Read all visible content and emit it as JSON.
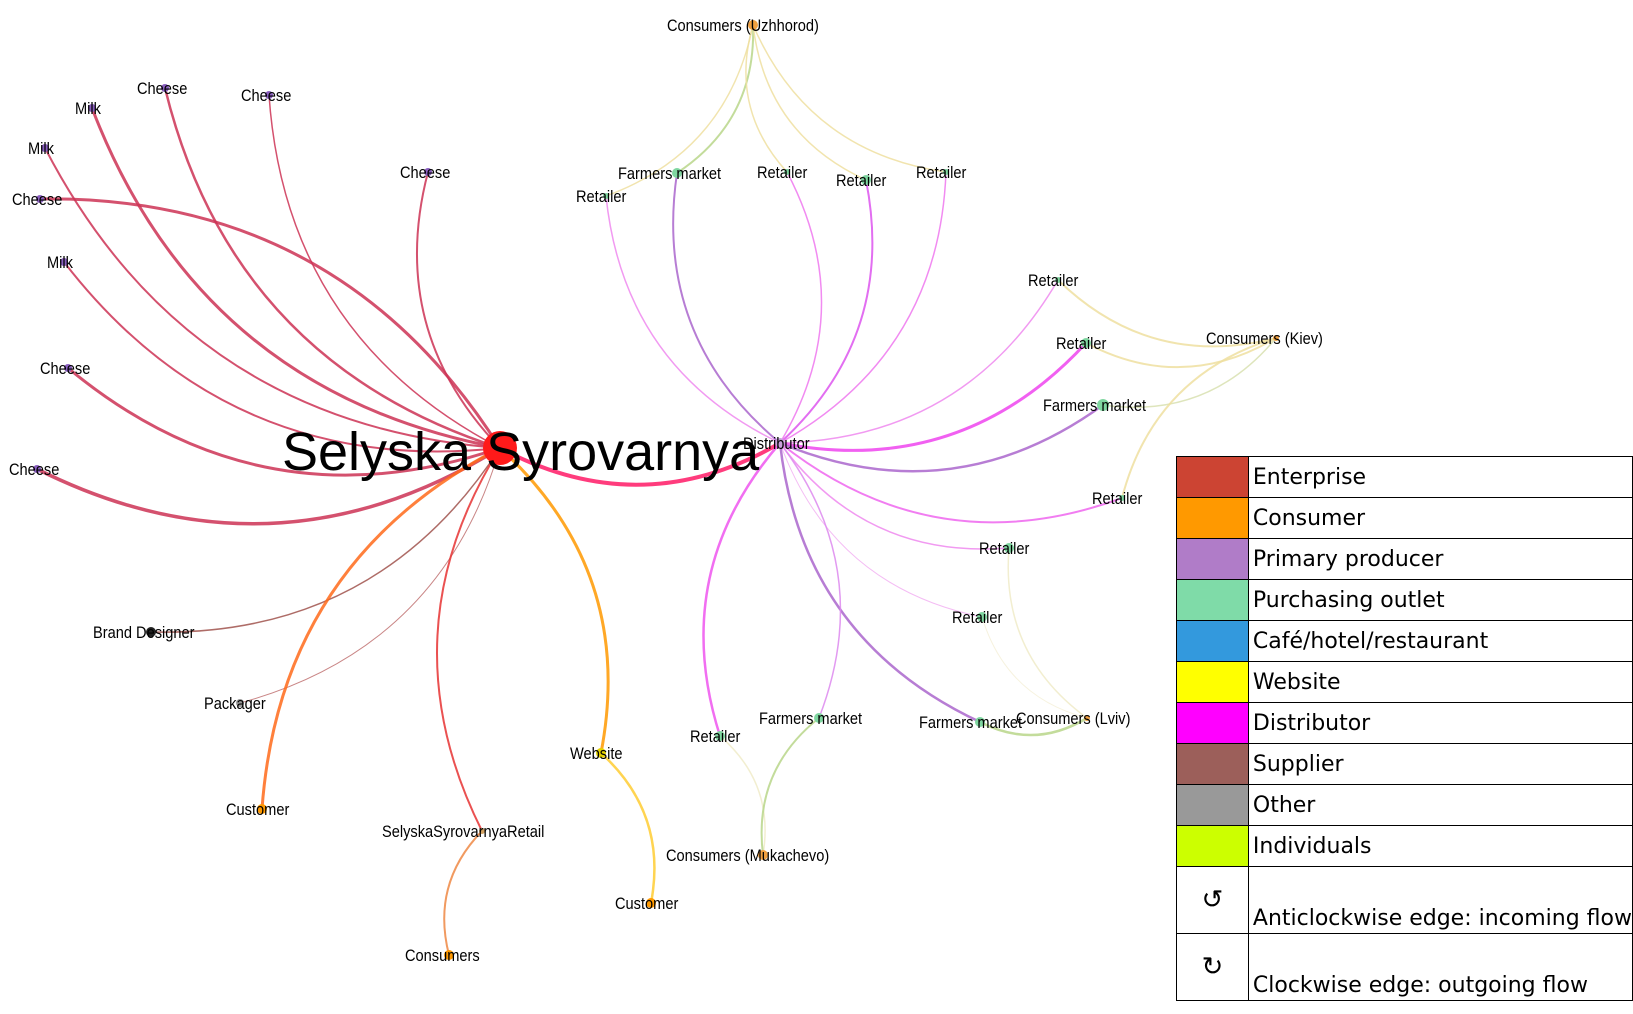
{
  "nodes": [
    {
      "id": "main",
      "label": "Selyska Syrovarnya",
      "type": "Enterprise",
      "color": "#ff1a1a"
    },
    {
      "id": "distributor",
      "label": "Distributor",
      "type": "Distributor",
      "color": "#c9a0dc"
    },
    {
      "id": "milk1",
      "label": "Milk",
      "type": "Primary producer",
      "color": "#8a5fbf"
    },
    {
      "id": "cheese1",
      "label": "Cheese",
      "type": "Primary producer",
      "color": "#8a5fbf"
    },
    {
      "id": "cheese2",
      "label": "Cheese",
      "type": "Primary producer",
      "color": "#8a5fbf"
    },
    {
      "id": "milk2",
      "label": "Milk",
      "type": "Primary producer",
      "color": "#8a5fbf"
    },
    {
      "id": "cheese3",
      "label": "Cheese",
      "type": "Primary producer",
      "color": "#8a5fbf"
    },
    {
      "id": "cheese4",
      "label": "Cheese",
      "type": "Primary producer",
      "color": "#8a5fbf"
    },
    {
      "id": "milk3",
      "label": "Milk",
      "type": "Primary producer",
      "color": "#8a5fbf"
    },
    {
      "id": "cheese5",
      "label": "Cheese",
      "type": "Primary producer",
      "color": "#8a5fbf"
    },
    {
      "id": "cheese6",
      "label": "Cheese",
      "type": "Primary producer",
      "color": "#8a5fbf"
    },
    {
      "id": "brand",
      "label": "Brand Designer",
      "type": "Supplier",
      "color": "#222222"
    },
    {
      "id": "packager",
      "label": "Packager",
      "type": "Other",
      "color": "#999999"
    },
    {
      "id": "customer1",
      "label": "Customer",
      "type": "Consumer",
      "color": "#ff9900"
    },
    {
      "id": "ssretail",
      "label": "SelyskaSyrovarnyaRetail",
      "type": "Purchasing outlet",
      "color": "#d0a060"
    },
    {
      "id": "consumers",
      "label": "Consumers",
      "type": "Consumer",
      "color": "#ff9900"
    },
    {
      "id": "website",
      "label": "Website",
      "type": "Website",
      "color": "#e6d200"
    },
    {
      "id": "customer2",
      "label": "Customer",
      "type": "Consumer",
      "color": "#ff9900"
    },
    {
      "id": "cons_uzh",
      "label": "Consumers (Uzhhorod)",
      "type": "Consumer",
      "color": "#f0a040"
    },
    {
      "id": "fm_uzh",
      "label": "Farmers market",
      "type": "Purchasing outlet",
      "color": "#7fd6a0"
    },
    {
      "id": "ret_uzh0",
      "label": "Retailer",
      "type": "Purchasing outlet",
      "color": "#7fd6a0"
    },
    {
      "id": "ret_uzh1",
      "label": "Retailer",
      "type": "Purchasing outlet",
      "color": "#7fd6a0"
    },
    {
      "id": "ret_uzh2",
      "label": "Retailer",
      "type": "Purchasing outlet",
      "color": "#7fd6a0"
    },
    {
      "id": "ret_uzh3",
      "label": "Retailer",
      "type": "Purchasing outlet",
      "color": "#7fd6a0"
    },
    {
      "id": "ret_k1",
      "label": "Retailer",
      "type": "Purchasing outlet",
      "color": "#7fd6a0"
    },
    {
      "id": "ret_k2",
      "label": "Retailer",
      "type": "Purchasing outlet",
      "color": "#7fd6a0"
    },
    {
      "id": "cons_kiev",
      "label": "Consumers (Kiev)",
      "type": "Consumer",
      "color": "#f0a040"
    },
    {
      "id": "fm_k",
      "label": "Farmers market",
      "type": "Purchasing outlet",
      "color": "#7fd6a0"
    },
    {
      "id": "ret_k3",
      "label": "Retailer",
      "type": "Purchasing outlet",
      "color": "#7fd6a0"
    },
    {
      "id": "ret_l1",
      "label": "Retailer",
      "type": "Purchasing outlet",
      "color": "#7fd6a0"
    },
    {
      "id": "ret_l2",
      "label": "Retailer",
      "type": "Purchasing outlet",
      "color": "#7fd6a0"
    },
    {
      "id": "fm_l",
      "label": "Farmers market",
      "type": "Purchasing outlet",
      "color": "#7fd6a0"
    },
    {
      "id": "cons_lviv",
      "label": "Consumers (Lviv)",
      "type": "Consumer",
      "color": "#f0a040"
    },
    {
      "id": "ret_m",
      "label": "Retailer",
      "type": "Purchasing outlet",
      "color": "#7fd6a0"
    },
    {
      "id": "fm_m",
      "label": "Farmers market",
      "type": "Purchasing outlet",
      "color": "#7fd6a0"
    },
    {
      "id": "cons_muk",
      "label": "Consumers (Mukachevo)",
      "type": "Consumer",
      "color": "#f0a040"
    }
  ],
  "edges": [
    {
      "from": "milk1",
      "to": "main",
      "color": "#cc3355",
      "weight": 3,
      "dir": "cw"
    },
    {
      "from": "cheese1",
      "to": "main",
      "color": "#cc3355",
      "weight": 2.5,
      "dir": "cw"
    },
    {
      "from": "cheese2",
      "to": "main",
      "color": "#cc3355",
      "weight": 1.5,
      "dir": "cw"
    },
    {
      "from": "milk2",
      "to": "main",
      "color": "#cc3355",
      "weight": 2,
      "dir": "cw"
    },
    {
      "from": "cheese3",
      "to": "main",
      "color": "#cc3355",
      "weight": 2,
      "dir": "cw"
    },
    {
      "from": "cheese4",
      "to": "main",
      "color": "#cc3355",
      "weight": 3,
      "dir": "ccw"
    },
    {
      "from": "milk3",
      "to": "main",
      "color": "#cc3355",
      "weight": 2,
      "dir": "cw"
    },
    {
      "from": "cheese5",
      "to": "main",
      "color": "#cc3355",
      "weight": 3,
      "dir": "cw"
    },
    {
      "from": "cheese6",
      "to": "main",
      "color": "#cc3355",
      "weight": 3.5,
      "dir": "cw"
    },
    {
      "from": "brand",
      "to": "main",
      "color": "#a0524c",
      "weight": 1.5,
      "dir": "cw"
    },
    {
      "from": "packager",
      "to": "main",
      "color": "#c07070",
      "weight": 1,
      "dir": "cw"
    },
    {
      "from": "main",
      "to": "customer1",
      "color": "#ff6a1a",
      "weight": 3,
      "dir": "cw"
    },
    {
      "from": "main",
      "to": "ssretail",
      "color": "#e63333",
      "weight": 2,
      "dir": "cw"
    },
    {
      "from": "ssretail",
      "to": "consumers",
      "color": "#ee8844",
      "weight": 2,
      "dir": "cw"
    },
    {
      "from": "main",
      "to": "website",
      "color": "#ff9900",
      "weight": 3,
      "dir": "ccw"
    },
    {
      "from": "website",
      "to": "customer2",
      "color": "#ffcc33",
      "weight": 2.5,
      "dir": "ccw"
    },
    {
      "from": "main",
      "to": "distributor",
      "color": "#ff1a66",
      "weight": 4,
      "dir": "cw"
    },
    {
      "from": "distributor",
      "to": "ret_uzh0",
      "color": "#ee88ee",
      "weight": 1.5,
      "dir": "ccw"
    },
    {
      "from": "distributor",
      "to": "fm_uzh",
      "color": "#aa66cc",
      "weight": 2,
      "dir": "ccw"
    },
    {
      "from": "distributor",
      "to": "ret_uzh1",
      "color": "#ee77ee",
      "weight": 1.5,
      "dir": "cw"
    },
    {
      "from": "distributor",
      "to": "ret_uzh2",
      "color": "#dd55ee",
      "weight": 2,
      "dir": "cw"
    },
    {
      "from": "distributor",
      "to": "ret_uzh3",
      "color": "#ee77ee",
      "weight": 1.5,
      "dir": "cw"
    },
    {
      "from": "distributor",
      "to": "ret_k1",
      "color": "#ee88ee",
      "weight": 1.5,
      "dir": "cw"
    },
    {
      "from": "distributor",
      "to": "ret_k2",
      "color": "#ee44ee",
      "weight": 3,
      "dir": "cw"
    },
    {
      "from": "distributor",
      "to": "fm_k",
      "color": "#aa66cc",
      "weight": 2.5,
      "dir": "cw"
    },
    {
      "from": "distributor",
      "to": "ret_k3",
      "color": "#ee66ee",
      "weight": 2,
      "dir": "cw"
    },
    {
      "from": "distributor",
      "to": "ret_l1",
      "color": "#ee88ee",
      "weight": 1.5,
      "dir": "cw"
    },
    {
      "from": "distributor",
      "to": "ret_l2",
      "color": "#f2b0f2",
      "weight": 1,
      "dir": "cw"
    },
    {
      "from": "distributor",
      "to": "fm_l",
      "color": "#aa66cc",
      "weight": 2.5,
      "dir": "cw"
    },
    {
      "from": "distributor",
      "to": "ret_m",
      "color": "#ee55ee",
      "weight": 2.5,
      "dir": "cw"
    },
    {
      "from": "distributor",
      "to": "fm_m",
      "color": "#dd88ee",
      "weight": 1.5,
      "dir": "ccw"
    },
    {
      "from": "ret_uzh0",
      "to": "cons_uzh",
      "color": "#eedfa0",
      "weight": 1.5,
      "dir": "cw"
    },
    {
      "from": "fm_uzh",
      "to": "cons_uzh",
      "color": "#b8d68a",
      "weight": 2,
      "dir": "cw"
    },
    {
      "from": "ret_uzh1",
      "to": "cons_uzh",
      "color": "#eedfa0",
      "weight": 1.5,
      "dir": "ccw"
    },
    {
      "from": "ret_uzh2",
      "to": "cons_uzh",
      "color": "#eedfa0",
      "weight": 1.5,
      "dir": "ccw"
    },
    {
      "from": "ret_uzh3",
      "to": "cons_uzh",
      "color": "#eedfa0",
      "weight": 1.5,
      "dir": "ccw"
    },
    {
      "from": "ret_k1",
      "to": "cons_kiev",
      "color": "#eedfa0",
      "weight": 2,
      "dir": "cw"
    },
    {
      "from": "ret_k2",
      "to": "cons_kiev",
      "color": "#eedfa0",
      "weight": 2,
      "dir": "cw"
    },
    {
      "from": "fm_k",
      "to": "cons_kiev",
      "color": "#d8e0b0",
      "weight": 1.5,
      "dir": "cw"
    },
    {
      "from": "ret_k3",
      "to": "cons_kiev",
      "color": "#eedfa0",
      "weight": 2,
      "dir": "ccw"
    },
    {
      "from": "ret_l1",
      "to": "cons_lviv",
      "color": "#f0ebc8",
      "weight": 1.5,
      "dir": "cw"
    },
    {
      "from": "ret_l2",
      "to": "cons_lviv",
      "color": "#f4f0d8",
      "weight": 1,
      "dir": "cw"
    },
    {
      "from": "fm_l",
      "to": "cons_lviv",
      "color": "#b8d68a",
      "weight": 2.5,
      "dir": "cw"
    },
    {
      "from": "ret_m",
      "to": "cons_muk",
      "color": "#f0ebc8",
      "weight": 1.5,
      "dir": "ccw"
    },
    {
      "from": "fm_m",
      "to": "cons_muk",
      "color": "#b8d68a",
      "weight": 2,
      "dir": "cw"
    }
  ],
  "legend": {
    "items": [
      {
        "label": "Enterprise",
        "color": "#cc4433"
      },
      {
        "label": "Consumer",
        "color": "#ff9900"
      },
      {
        "label": "Primary producer",
        "color": "#b07cc8"
      },
      {
        "label": "Purchasing outlet",
        "color": "#7fdba8"
      },
      {
        "label": "Café/hotel/restaurant",
        "color": "#3399dd"
      },
      {
        "label": "Website",
        "color": "#ffff00"
      },
      {
        "label": "Distributor",
        "color": "#ff00ff"
      },
      {
        "label": "Supplier",
        "color": "#9c5f5a"
      },
      {
        "label": "Other",
        "color": "#999999"
      },
      {
        "label": "Individuals",
        "color": "#ccff00"
      }
    ],
    "anticlockwise_symbol": "↺",
    "anticlockwise_label": "Anticlockwise edge: incoming flow",
    "clockwise_symbol": "↻",
    "clockwise_label": "Clockwise edge: outgoing flow"
  }
}
